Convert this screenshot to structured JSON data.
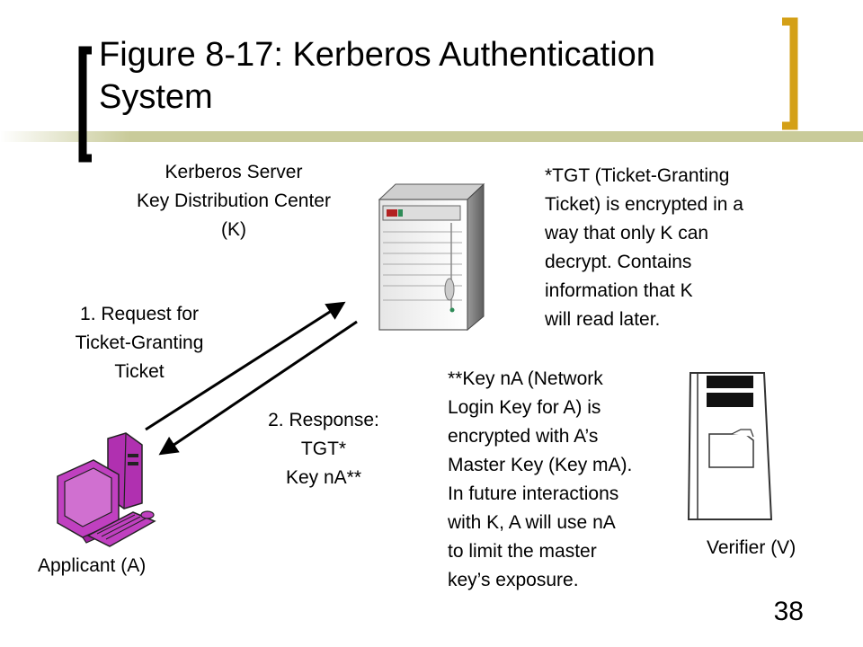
{
  "slide": {
    "title_line1": "Figure 8-17: Kerberos Authentication",
    "title_line2": "System",
    "page_number": "38"
  },
  "server": {
    "line1": "Kerberos Server",
    "line2": "Key Distribution Center",
    "line3": "(K)"
  },
  "tgt_note": {
    "line1": "*TGT (Ticket-Granting",
    "line2": "Ticket) is encrypted in a",
    "line3": "way that only K can",
    "line4": "decrypt. Contains",
    "line5": "information that K",
    "line6": "will read later."
  },
  "request": {
    "line1": "1. Request for",
    "line2": "Ticket-Granting",
    "line3": "Ticket"
  },
  "response": {
    "line1": "2. Response:",
    "line2": "TGT*",
    "line3": "Key nA**"
  },
  "key_note": {
    "line1": "**Key nA (Network",
    "line2": "Login Key for A) is",
    "line3": "encrypted with A’s",
    "line4": "Master Key (Key mA).",
    "line5": "In future interactions",
    "line6": "with K, A will use nA",
    "line7": "to limit the master",
    "line8": "key’s exposure."
  },
  "applicant": {
    "label": "Applicant (A)"
  },
  "verifier": {
    "label": "Verifier (V)"
  },
  "colors": {
    "accent_gold": "#d4a017",
    "title_bar": "#c9cb9a",
    "computer_magenta": "#c040c0"
  }
}
